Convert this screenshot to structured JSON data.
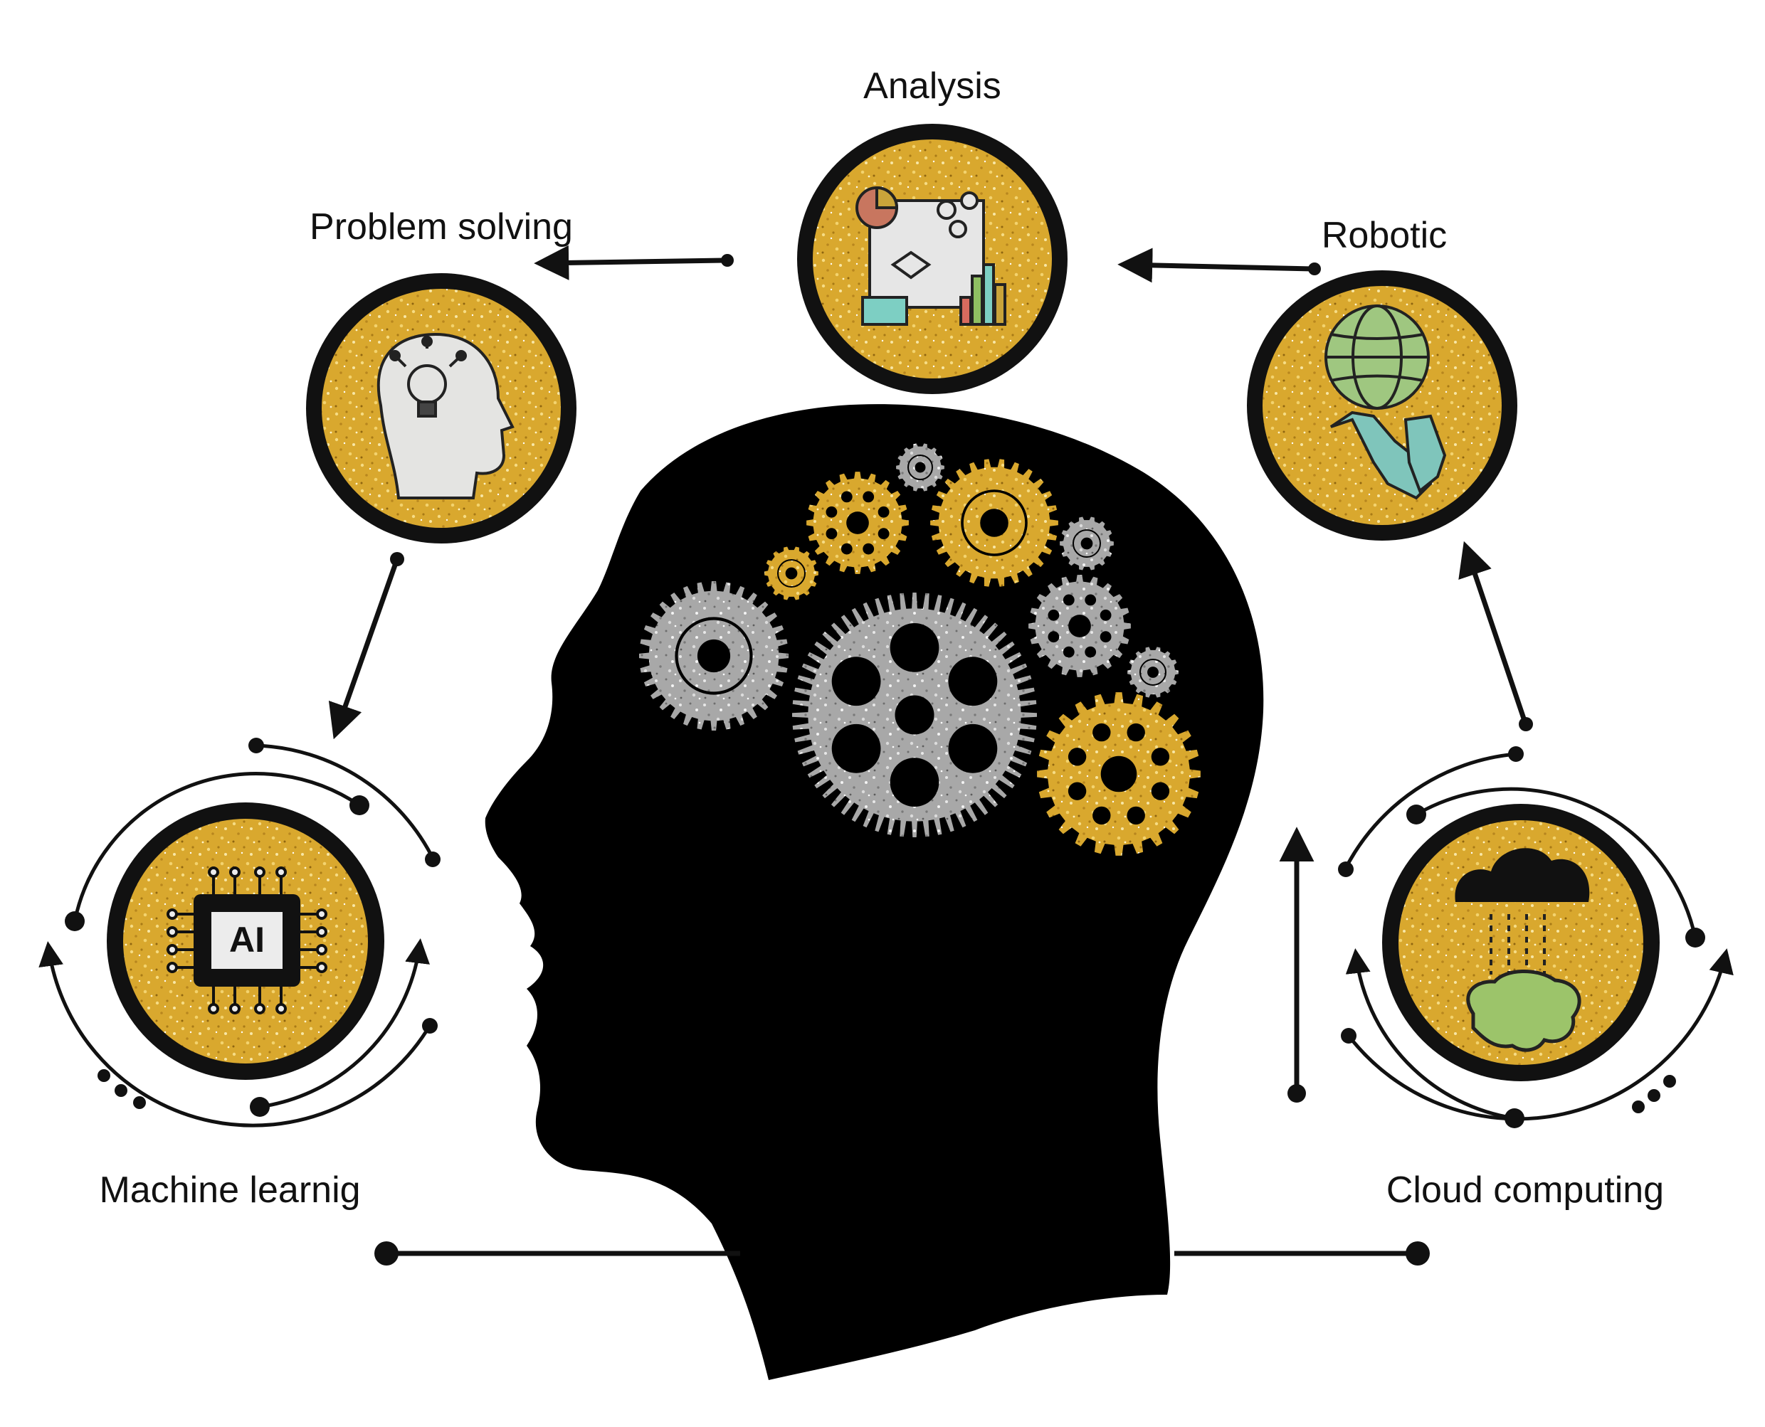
{
  "colors": {
    "background": "#ffffff",
    "silhouette": "#000000",
    "gold": "#d9a82e",
    "gold_light": "#f0cf6a",
    "silver": "#a9a9a9",
    "silver_light": "#d8d8d8",
    "ring": "#111111",
    "teal": "#6cc9bd",
    "green": "#8fb36a",
    "salmon": "#d97a6a"
  },
  "nodes": {
    "analysis": {
      "label": "Analysis",
      "icon": "flowchart-analytics-icon"
    },
    "problem_solving": {
      "label": "Problem solving",
      "icon": "head-lightbulb-icon"
    },
    "robotic": {
      "label": "Robotic",
      "icon": "globe-robot-hand-icon"
    },
    "machine_learning": {
      "label": "Machine learnig",
      "icon": "ai-chip-icon",
      "chip_text": "AI"
    },
    "cloud_computing": {
      "label": "Cloud computing",
      "icon": "cloud-brain-icon"
    }
  },
  "center": {
    "icon": "head-silhouette-gears-icon"
  }
}
